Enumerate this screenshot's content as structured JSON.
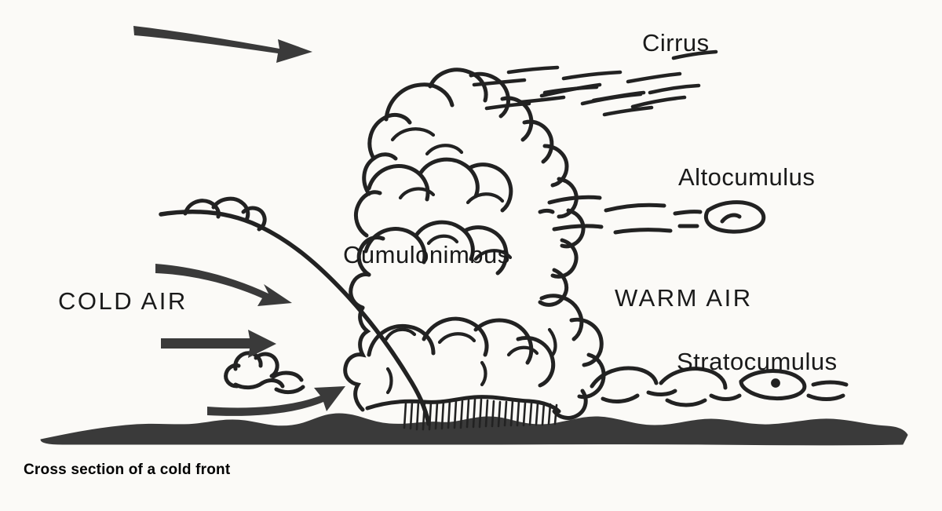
{
  "figure": {
    "caption": "Cross section of a cold front",
    "background_color": "#fbfaf7",
    "ink_color": "#222222",
    "ground_color": "#3a3a3a"
  },
  "labels": {
    "cirrus": "Cirrus",
    "altocumulus": "Altocumulus",
    "cumulonimbus": "Cumulonimbus",
    "stratocumulus": "Stratocumulus",
    "cold_air": "COLD AIR",
    "warm_air": "WARM AIR"
  },
  "elements": {
    "arrow_upper_wind": "curved arrow pointing right at top left",
    "arrow_cold_mid": "curved arrow pointing right and down",
    "arrow_cold_straight": "straight horizontal arrow pointing right",
    "arrow_cold_lower": "curved arrow sweeping right and up",
    "front_boundary": "cold front boundary line sloping from upper left to ground",
    "cumulonimbus_cloud": "large towering cumulonimbus cloud with anvil",
    "small_cumulus": "small cumulus cloud in cold air",
    "precipitation": "vertical hatching showing rain beneath cloud base",
    "ground": "dark irregular ground surface band"
  }
}
